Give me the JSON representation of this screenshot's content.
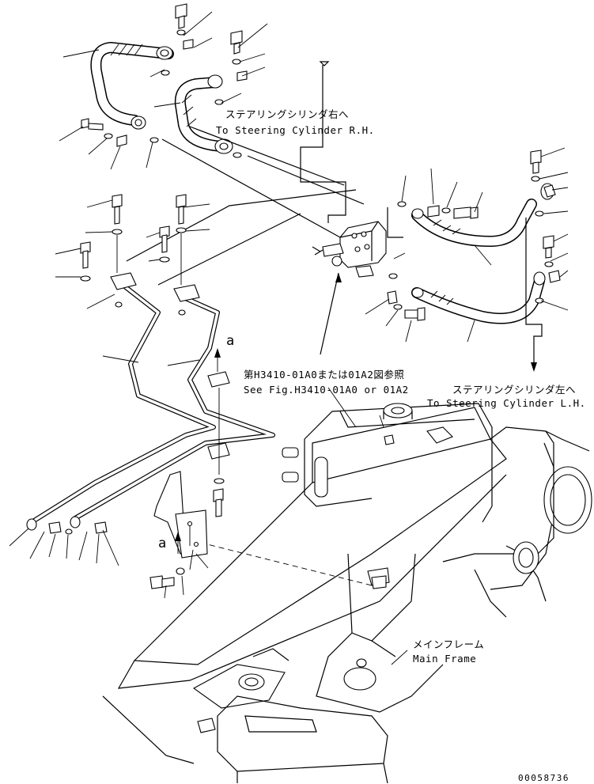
{
  "labels": {
    "to_rh_jp": "ステアリングシリンダ右へ",
    "to_rh_en": "To Steering Cylinder R.H.",
    "to_lh_jp": "ステアリングシリンダ左へ",
    "to_lh_en": "To Steering Cylinder L.H.",
    "ref_jp": "第H3410-01A0または01A2図参照",
    "ref_en": "See Fig.H3410-01A0 or 01A2",
    "frame_jp": "メインフレーム",
    "frame_en": "Main Frame",
    "detail_a_upper": "a",
    "detail_a_lower": "a",
    "drawing_number": "00058736"
  }
}
